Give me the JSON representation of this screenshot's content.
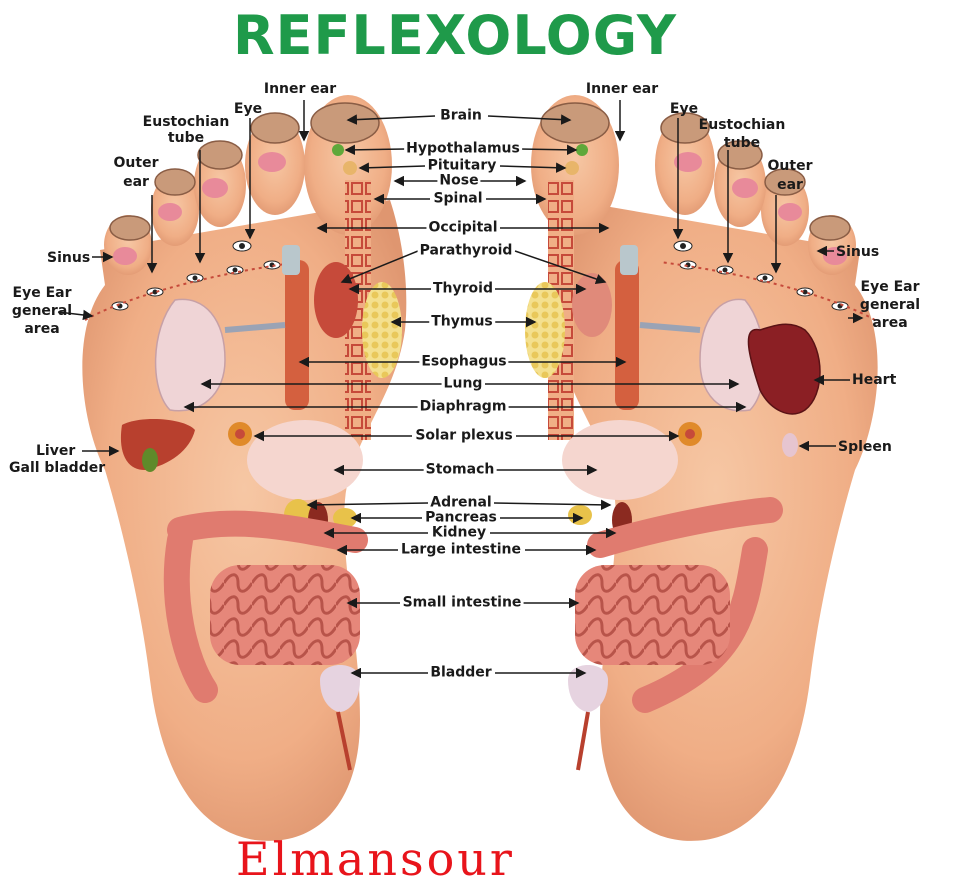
{
  "title": "REFLEXOLOGY",
  "watermark": "Elmansour",
  "center_labels": {
    "brain": "Brain",
    "hypothalamus": "Hypothalamus",
    "pituitary": "Pituitary",
    "nose": "Nose",
    "spinal": "Spinal",
    "occipital": "Occipital",
    "parathyroid": "Parathyroid",
    "thyroid": "Thyroid",
    "thymus": "Thymus",
    "esophagus": "Esophagus",
    "lung": "Lung",
    "diaphragm": "Diaphragm",
    "solar_plexus": "Solar plexus",
    "stomach": "Stomach",
    "adrenal": "Adrenal",
    "pancreas": "Pancreas",
    "kidney": "Kidney",
    "large_intestine": "Large intestine",
    "small_intestine": "Small intestine",
    "bladder": "Bladder"
  },
  "left_labels": {
    "inner_ear": "Inner ear",
    "eye": "Eye",
    "eustochian_1": "Eustochian",
    "eustochian_2": "tube",
    "outer_ear_1": "Outer",
    "outer_ear_2": "ear",
    "sinus": "Sinus",
    "eye_ear_1": "Eye Ear",
    "eye_ear_2": "general",
    "eye_ear_3": "area",
    "liver_1": "Liver",
    "liver_2": "Gall bladder"
  },
  "right_labels": {
    "inner_ear": "Inner ear",
    "eye": "Eye",
    "eustochian_1": "Eustochian",
    "eustochian_2": "tube",
    "outer_ear_1": "Outer",
    "outer_ear_2": "ear",
    "sinus": "Sinus",
    "eye_ear_1": "Eye Ear",
    "eye_ear_2": "general",
    "eye_ear_3": "area",
    "heart": "Heart",
    "spleen": "Spleen"
  },
  "colors": {
    "title": "#1f9a4a",
    "watermark": "#e8141b",
    "skin": "#f2b48e",
    "skin_dark": "#e49a74",
    "organ_red": "#c64a3a",
    "intestine": "#e07b6f",
    "brain": "#c99a7a"
  }
}
